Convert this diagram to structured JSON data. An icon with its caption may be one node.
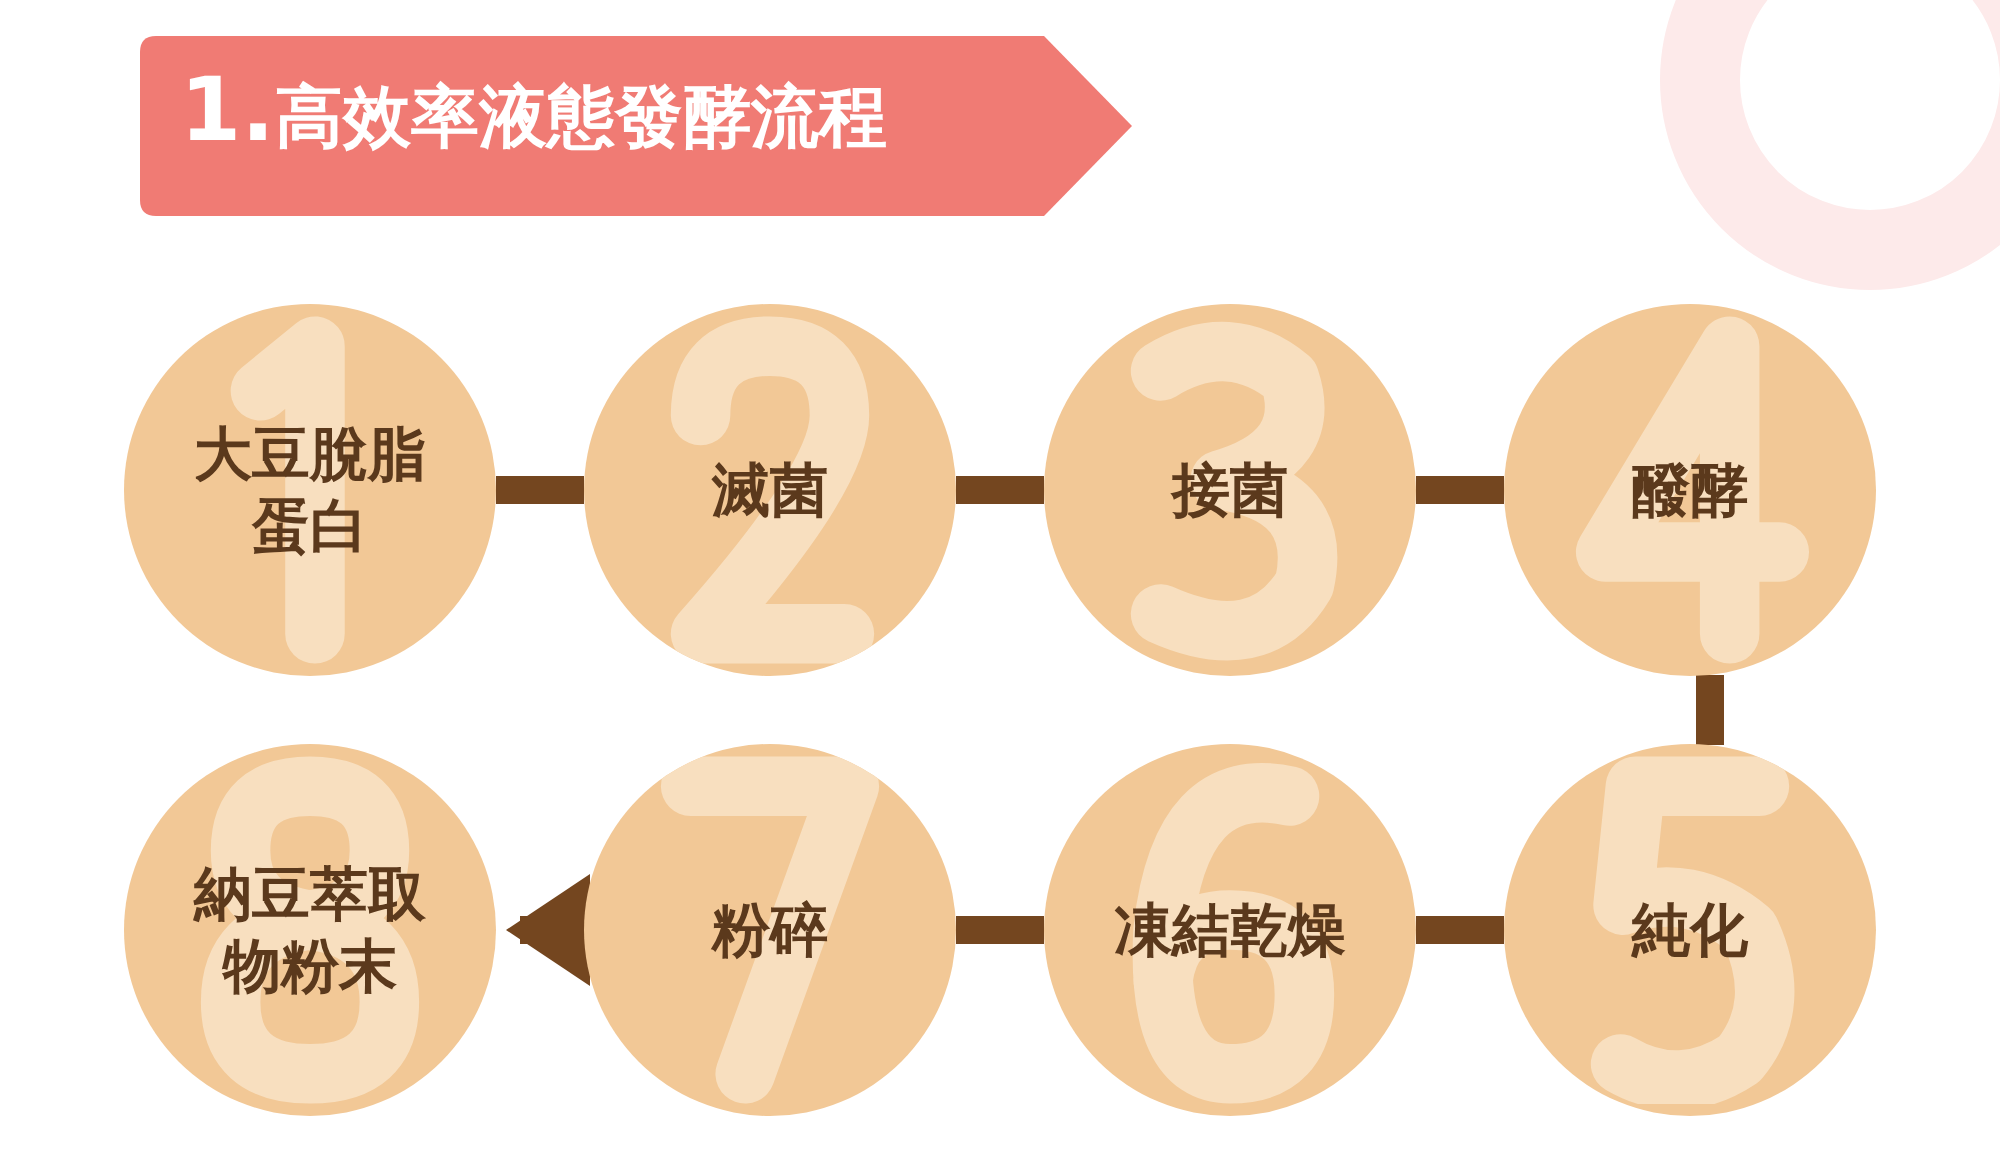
{
  "diagram": {
    "title": "**1.**高效率液態發酵流程",
    "nodes": [
      {
        "text": [
          "大豆脫脂蛋白"
        ]
      },
      {
        "text": [
          "滅菌"
        ]
      },
      {
        "text": [
          "接菌"
        ]
      },
      {
        "text": [
          "醱酵"
        ]
      },
      {
        "text": [
          "純化"
        ]
      },
      {
        "text": [
          "凍結乾燥"
        ]
      },
      {
        "text": [
          "粉碎"
        ]
      },
      {
        "text": [
          "納豆萃取物粉末"
        ]
      }
    ],
    "edges": [
      {
        "from": 0,
        "to": 1,
        "arrow": "none"
      },
      {
        "from": 1,
        "to": 2,
        "arrow": "none"
      },
      {
        "from": 2,
        "to": 3,
        "arrow": "none"
      },
      {
        "from": 3,
        "to": 4,
        "arrow": "none"
      },
      {
        "from": 4,
        "to": 5,
        "arrow": "none"
      },
      {
        "from": 5,
        "to": 6,
        "arrow": "none"
      },
      {
        "from": 6,
        "to": 7,
        "arrow": "to"
      }
    ]
  }
}
